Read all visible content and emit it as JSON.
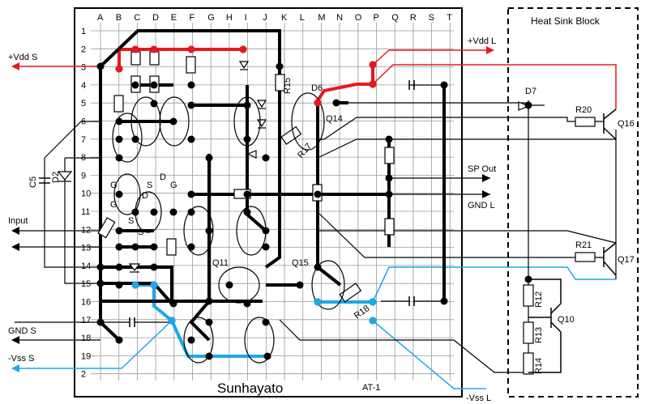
{
  "board": {
    "name": "Sunhayato",
    "model": "AT-1",
    "column_labels": [
      "A",
      "B",
      "C",
      "D",
      "E",
      "F",
      "G",
      "H",
      "I",
      "J",
      "K",
      "L",
      "M",
      "N",
      "O",
      "P",
      "Q",
      "R",
      "S",
      "T"
    ],
    "row_labels": [
      "1",
      "2",
      "3",
      "4",
      "5",
      "6",
      "7",
      "8",
      "9",
      "10",
      "11",
      "12",
      "13",
      "14",
      "15",
      "16",
      "17",
      "18",
      "19",
      "2"
    ]
  },
  "heat_sink": {
    "title": "Heat Sink Block"
  },
  "left_ports": {
    "vdd_s": "+Vdd S",
    "input": "Input",
    "gnd_s": "GND S",
    "vss_s": "-Vss S",
    "c5": "C5",
    "d2": "D2"
  },
  "right_ports": {
    "vdd_l": "+Vdd L",
    "sp_out": "SP Out",
    "gnd_l": "GND L",
    "vss_l": "-Vss L"
  },
  "components": {
    "r15": "R15",
    "d6": "D6",
    "q14": "Q14",
    "r17": "R17",
    "q11": "Q11",
    "q15": "Q15",
    "r18": "R18",
    "g1": "G",
    "s1": "S",
    "d1": "D",
    "g2": "G",
    "s2": "S",
    "d2l": "D",
    "g3": "G",
    "s3": "S"
  },
  "heatsink_parts": {
    "d7": "D7",
    "r20": "R20",
    "q16": "Q16",
    "r21": "R21",
    "q17": "Q17",
    "r12": "R12",
    "r13": "R13",
    "r14": "R14",
    "q10": "Q10"
  },
  "colors": {
    "vdd": "#e8191c",
    "vss": "#1ea7e6",
    "trace": "#000000",
    "board_bg": "#ffffff"
  }
}
